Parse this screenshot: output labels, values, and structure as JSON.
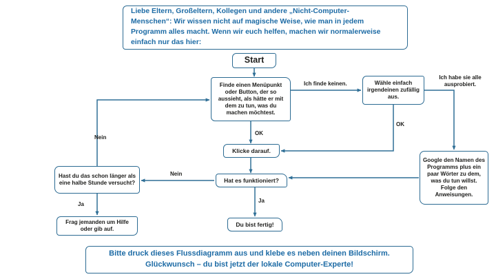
{
  "document": {
    "title": "Flussdiagramm: Wie man jedes Programm benutzt",
    "accent_color": "#1d6ba5",
    "border_color": "#2b6a92",
    "text_color": "#1d1d1b",
    "background": "#ffffff"
  },
  "header": {
    "lines": [
      "Liebe Eltern, Großeltern, Kollegen und andere „Nicht-Computer-",
      "Menschen“:  Wir wissen nicht auf magische Weise, wie man in jedem",
      "Programm alles macht. Wenn wir euch helfen, machen wir normalerweise",
      "einfach nur das hier:"
    ]
  },
  "footer": {
    "lines": [
      "Bitte druck dieses Flussdiagramm aus und klebe es neben deinen Bildschirm.",
      "Glückwunsch – du bist jetzt der lokale Computer-Experte!"
    ]
  },
  "nodes": {
    "start": "Start",
    "find_menu": "Finde einen Menüpunkt oder Button, der so aussieht, als hätte er mit dem zu tun, was du machen möchtest.",
    "pick_random": "Wähle einfach irgendeinen zufällig aus.",
    "google_it": "Google den Namen des Programms plus ein paar Wörter zu dem, was du tun willst. Folge den Anweisungen.",
    "click_it": "Klicke darauf.",
    "did_it_work": "Hat es funktioniert?",
    "half_hour": "Hast du das schon länger als eine halbe Stunde versucht?",
    "ask_help": "Frag jemanden um Hilfe oder gib auf.",
    "done": "Du bist fertig!"
  },
  "edge_labels": {
    "find_to_random": "Ich finde keinen.",
    "random_to_google": "Ich habe sie alle ausprobiert.",
    "find_to_click": "OK",
    "random_to_click": "OK",
    "worked_no_left": "Nein",
    "halfhour_no_up": "Nein",
    "halfhour_yes": "Ja",
    "worked_yes": "Ja"
  }
}
